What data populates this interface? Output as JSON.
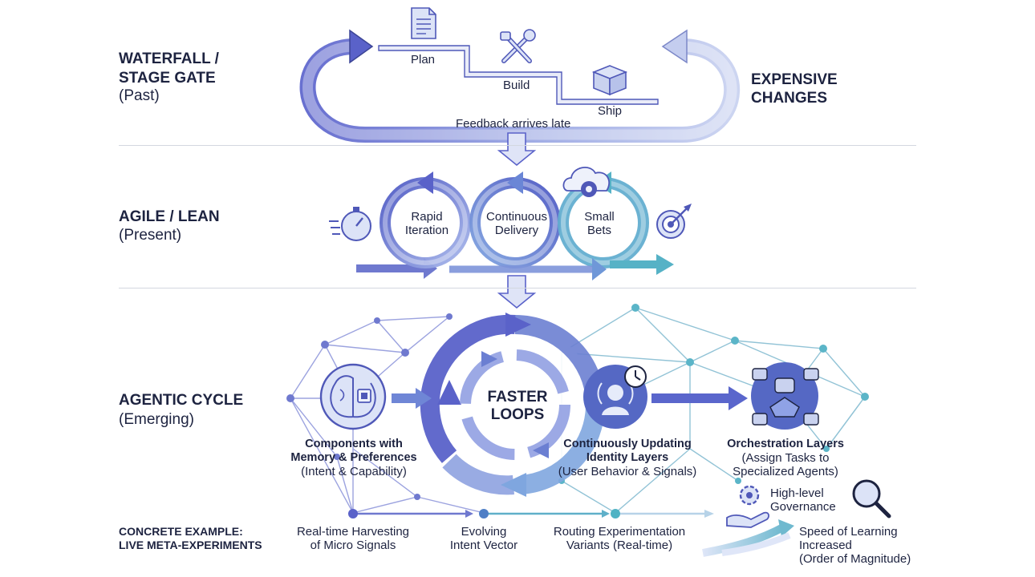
{
  "colors": {
    "indigo": "#5a62c9",
    "blue": "#6f86d6",
    "teal": "#4fb3c4",
    "navy": "#1d2340",
    "light": "#c9d2ef"
  },
  "waterfall": {
    "title_line1": "WATERFALL /",
    "title_line2": "STAGE GATE",
    "sub": "(Past)",
    "steps": [
      "Plan",
      "Build",
      "Ship"
    ],
    "feedback": "Feedback arrives late",
    "expensive_line1": "EXPENSIVE",
    "expensive_line2": "CHANGES"
  },
  "agile": {
    "title": "AGILE / LEAN",
    "sub": "(Present)",
    "loops": [
      {
        "line1": "Rapid",
        "line2": "Iteration"
      },
      {
        "line1": "Continuous",
        "line2": "Delivery"
      },
      {
        "line1": "Small",
        "line2": "Bets"
      }
    ]
  },
  "agentic": {
    "title": "AGENTIC CYCLE",
    "sub": "(Emerging)",
    "center_line1": "FASTER",
    "center_line2": "LOOPS",
    "components": {
      "line1": "Components with",
      "line2": "Memory & Preferences",
      "line3": "(Intent & Capability)"
    },
    "identity": {
      "line1": "Continuously Updating",
      "line2": "Identity Layers",
      "line3": "(User Behavior & Signals)"
    },
    "orchestration": {
      "line1": "Orchestration Layers",
      "line2": "(Assign Tasks to",
      "line3": "Specialized Agents)"
    }
  },
  "example": {
    "label_line1": "CONCRETE EXAMPLE:",
    "label_line2": "LIVE META-EXPERIMENTS",
    "steps": [
      {
        "line1": "Real-time Harvesting",
        "line2": "of Micro Signals"
      },
      {
        "line1": "Evolving",
        "line2": "Intent Vector"
      },
      {
        "line1": "Routing Experimentation",
        "line2": "Variants (Real-time)"
      }
    ],
    "governance_line1": "High-level",
    "governance_line2": "Governance",
    "speed_line1": "Speed of Learning",
    "speed_line2": "Increased",
    "speed_line3": "(Order of Magnitude)"
  }
}
